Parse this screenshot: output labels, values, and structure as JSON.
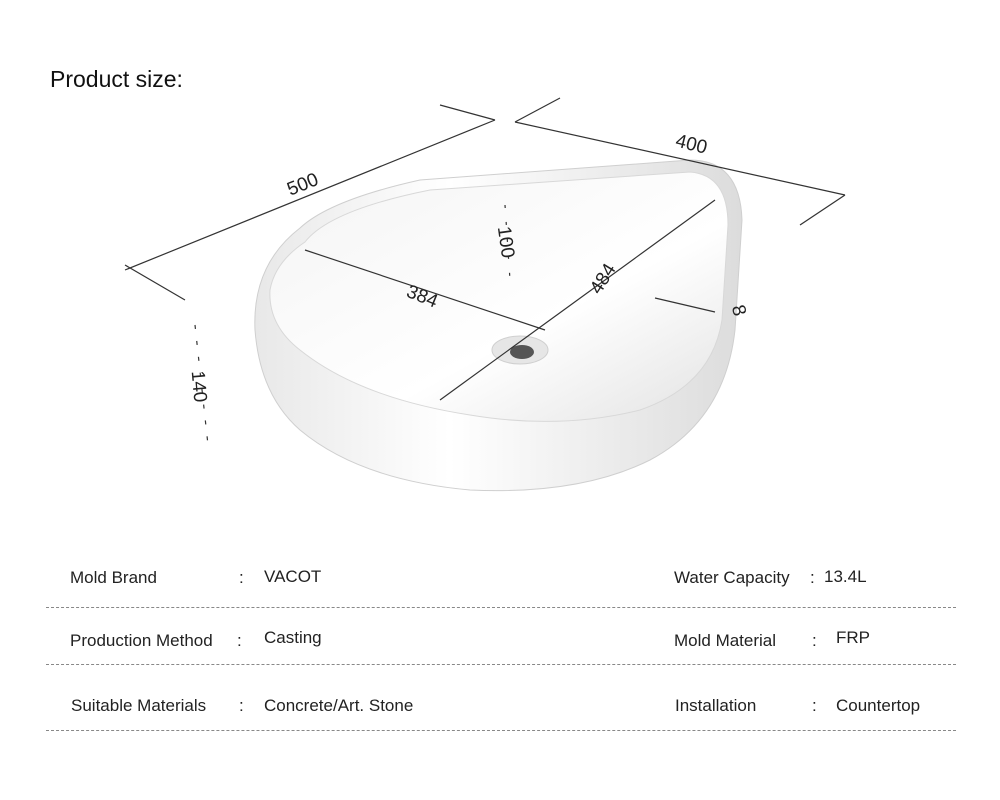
{
  "title": "Product size:",
  "dimensions": {
    "length": "500",
    "width": "400",
    "inner_width": "384",
    "inner_length": "484",
    "depth": "100",
    "height": "140",
    "rim": "8"
  },
  "specs": [
    {
      "left_label": "Mold Brand",
      "left_value": "VACOT",
      "right_label": "Water Capacity",
      "right_value": "13.4L"
    },
    {
      "left_label": "Production Method",
      "left_value": "Casting",
      "right_label": "Mold Material",
      "right_value": "FRP"
    },
    {
      "left_label": "Suitable Materials",
      "left_value": "Concrete/Art. Stone",
      "right_label": "Installation",
      "right_value": "Countertop"
    }
  ],
  "separator": ":"
}
